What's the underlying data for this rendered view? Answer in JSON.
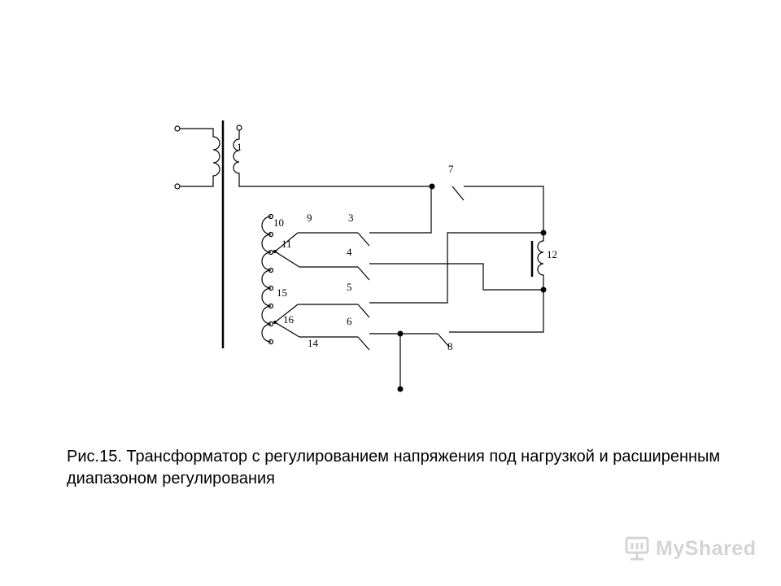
{
  "diagram": {
    "labels": {
      "l1": "1",
      "l3": "3",
      "l4": "4",
      "l5": "5",
      "l6": "6",
      "l7": "7",
      "l8": "8",
      "l9": "9",
      "l10": "10",
      "l11": "11",
      "l12": "12",
      "l14": "14",
      "l15": "15",
      "l16": "16"
    }
  },
  "caption": {
    "text": "Рис.15. Трансформатор с регулированием напряжения под нагрузкой и расширенным диапазоном регулирования"
  },
  "watermark": {
    "brand": "MyShared",
    "icon": "projector-screen-icon",
    "color": "#d4d4d4"
  }
}
